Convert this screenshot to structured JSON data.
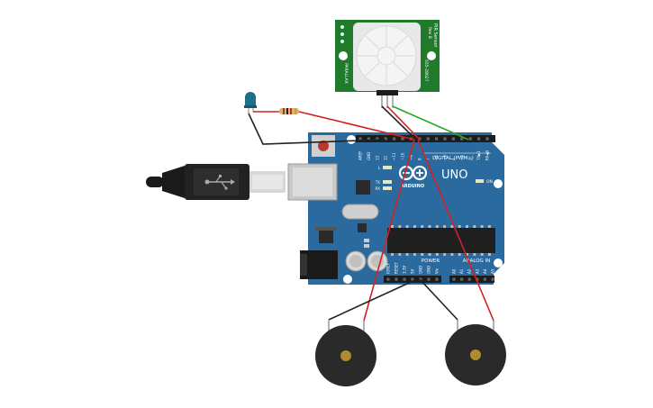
{
  "pir_sensor": {
    "label_side_right": "PIR Sensor",
    "label_side_right_2": "Rev B",
    "label_side_left": "PARALLAX",
    "part_number": "555-28027"
  },
  "arduino": {
    "model": "UNO",
    "brand": "ARDUINO",
    "digital_header_label": "DIGITAL (PWM~)",
    "power_header_label": "POWER",
    "analog_header_label": "ANALOG IN",
    "on_label": "ON",
    "led_labels": [
      "L",
      "TX",
      "RX"
    ],
    "digital_pins": [
      "AREF",
      "GND",
      "13",
      "12",
      "~11",
      "~10",
      "~9",
      "8",
      "7",
      "~6",
      "~5",
      "4",
      "~3",
      "2",
      "TX▶1",
      "RX◀0"
    ],
    "power_pins": [
      "IOREF",
      "RESET",
      "3.3V",
      "5V",
      "GND",
      "GND",
      "Vin"
    ],
    "analog_pins": [
      "A0",
      "A1",
      "A2",
      "A3",
      "A4",
      "A5"
    ]
  },
  "colors": {
    "board": "#2b6a9e",
    "board_dark": "#1f4f78",
    "pir_board": "#1f7a2c",
    "wire_red": "#d62020",
    "wire_green": "#22aa22",
    "wire_black": "#222222",
    "buzzer": "#2a2a2a",
    "buzzer_center": "#b08a2e",
    "led": "#1d6f8a"
  }
}
